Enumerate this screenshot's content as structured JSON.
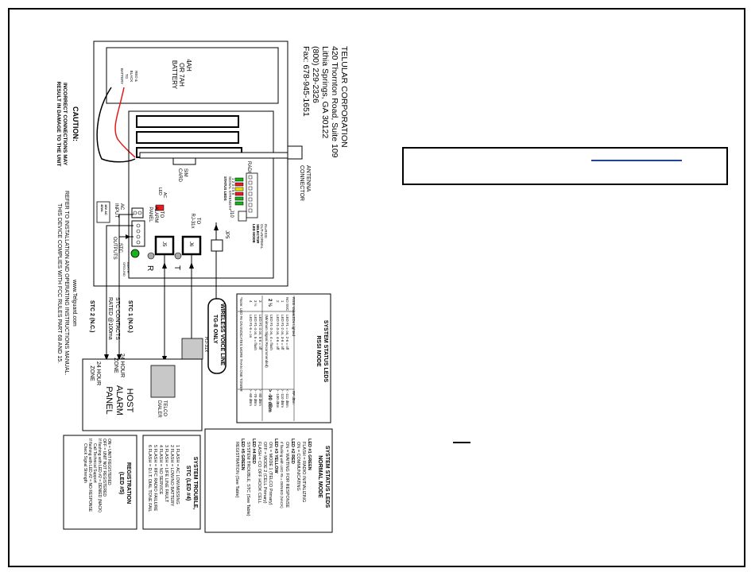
{
  "company": {
    "name": "TELULAR CORPORATION",
    "address1": "420 Thornton Road, Suite 109",
    "address2": "Lithia Springs, GA 30122",
    "phone": "(800) 229-2326",
    "fax": "Fax: 678-945-1651"
  },
  "battery": {
    "line1": "4AH",
    "line2": "OR 7AH",
    "line3": "BATTERY",
    "lead1": "RED &",
    "lead2": "BLACK",
    "lead3": "TO",
    "lead4": "BATTERY"
  },
  "caution": {
    "title": "CAUTION:",
    "line1": "INCORRECT CONNECTIONS MAY",
    "line2": "RESULT IN DAMAGE TO THE UNIT"
  },
  "refer": {
    "line1": "REFER TO INSTALLATION AND OPERATING INSTRUCTIONS MANUAL.",
    "line2": "THIS DEVICE COMPLIES WITH FCC RULES PART 68 AND 15."
  },
  "website": "www.Telguard.com",
  "board": {
    "radio": "RADIO",
    "antenna1": "ANTENNA",
    "antenna2": "CONNECTOR",
    "sim1": "SIM",
    "sim2": "CARD",
    "status_leds": "STATUS LEDS",
    "led_numbers": "1  2  3  4  5  6",
    "signal": "SIGNAL STRENGTH",
    "ac_led1": "AC",
    "ac_led2": "LED",
    "ac_input1": "AC",
    "ac_input2": "INPUT",
    "ac_spec1": "16V AC",
    "ac_spec2": "40VA",
    "alarm1": "TO",
    "alarm2": "ALARM",
    "alarm3": "PANEL",
    "rj1": "TO",
    "rj2": "RJ-31x",
    "j10": "J10",
    "jp5": "JP5",
    "led_mode1": "LED MODE",
    "led_mode2": "SELECTOR",
    "led_mode3": "OUT=NORMAL",
    "led_mode4": "IN=RSSI",
    "j5": "J5",
    "j6": "J6",
    "stc1": "STC",
    "stc2": "OUTPUTS",
    "earth1": "EARTH",
    "earth2": "GROUND",
    "r": "R",
    "t": "T"
  },
  "wireless": {
    "line1": "WIRELESS VOICE LINE",
    "line2": "TG-8 ONLY"
  },
  "rj31x": "RJ-31x",
  "telco1": "TELCO",
  "telco2": "DIALER",
  "host1": "HOST",
  "host2": "ALARM",
  "host3": "PANEL",
  "zone24_1": "24 HOUR",
  "zone24_2": "ZONE",
  "stc_contacts1": "STC CONTACTS",
  "stc_contacts2": "RATED @100ma",
  "stc_1": "STC 1   (N.O.)",
  "stc_2": "STC 2   (N.C.)",
  "rssi": {
    "title1": "SYSTEM STATUS LEDS",
    "title2": "RSSI MODE",
    "header1": "RSSI Value",
    "header2": "LEDs Lighted",
    "header3": "RF dBm",
    "rows": [
      [
        "NO SVC",
        "LED #1 = on, 2-6 = off",
        "< -111 dBm"
      ],
      [
        "1",
        "LED #1-2 on, 3-6 = off",
        "> -110 dBm"
      ],
      [
        "2",
        "LED #1-3 on, 4-6 = off",
        "> -100 dBm"
      ],
      [
        "2 ½",
        "LED #1-3 on, 4 = flash",
        "> -90 dBm"
      ],
      [
        "3",
        "LED #1-4 on, 5-6 = off",
        "> -80 dBm"
      ],
      [
        "3 ½",
        "LED #1-4 on, 5 = flash",
        "> -70 dBm"
      ],
      [
        "4",
        "LED #1-6 = on",
        "> -60 dBm"
      ]
    ],
    "minimum": "(Minimum Signal Recommended)",
    "note": "*Note: LED #6 ON INDICATES MORE THAN ONE TOWER"
  },
  "normal": {
    "title1": "SYSTEM STATUS LEDS",
    "title2": "NORMAL MODE",
    "l1": "LED #1 GREEN",
    "l1a": "FLASH = RADIO INITIALIZING",
    "l1b": "ON = COMMUNICATING",
    "l2": "LED #2 RED",
    "l2a": "ON = WAITING FOR RESPONSE",
    "l2b": "If flashing with LED #5 = DENIED (NACK)",
    "l3": "LED #3 YELLOW",
    "l3a": "ON = MODE 1 (TELCO Primary)",
    "l3b": "OFF = MODE 2 (CELL Primary)",
    "l3c": "FLASH = CO OFF HOOK CELL",
    "l4": "LED #4 RED",
    "l4a": "SYSTEM TROUBLE, STC (See Table)",
    "l5": "LED #5 GREEN",
    "l5a": "REGISTRATION (See Table)"
  },
  "trouble": {
    "title1": "SYSTEM TROUBLE,",
    "title2": "STC (LED #4)",
    "items": [
      "1 FLASH = AC LOW/MISSING",
      "2 FLASH = LOW/NO BATTERY",
      "3 FLASH = LIFE LINE FAULT",
      "4 FLASH = NO SERVICE",
      "5 FLASH = RFC RADIO FAILURE",
      "6 FLASH = D.I.T. DIAL TONE FAIL"
    ]
  },
  "registration": {
    "title1": "REGISTRATION",
    "title2": "(LED #5)",
    "items": [
      "ON = UNIT REGISTERED",
      "OFF = UNIT NOT REGISTERED",
      "If flashing with LED #2 = DENIED (NACK)",
      "Call Technical Support",
      "If flashing with LED #2 = NO RESPONSE",
      "Check Signal Strength"
    ]
  },
  "colors": {
    "red_wire": "#e11b1b",
    "led_green": "#19b319",
    "led_red": "#e02020",
    "led_yellow": "#f2e600",
    "link": "#1a3fbf"
  }
}
